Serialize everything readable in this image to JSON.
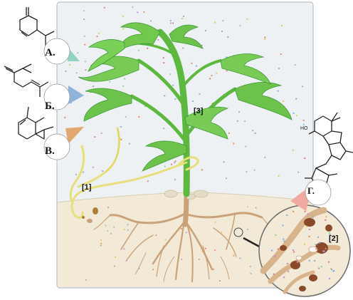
{
  "labels": {
    "a": "А.",
    "b": "Б.",
    "v": "В.",
    "g": "Г.",
    "n1": "[1]",
    "n2": "[2]",
    "n3": "[3]"
  },
  "colors": {
    "panel_bg": "#eef1f3",
    "panel_border": "#b9c0c6",
    "soil": "#f2ead6",
    "plant_light": "#6cc24a",
    "plant_dark": "#3f9a3a",
    "root": "#c9a27a",
    "root_dark": "#a8835c",
    "root_hair_yellow": "#e7df7a",
    "wedge_green": "#8fd3c0",
    "wedge_blue": "#8fb3d9",
    "wedge_orange": "#e0a870",
    "wedge_pink": "#f1a8a0",
    "spore_brown": "#8a4a2a",
    "text": "#111111"
  }
}
